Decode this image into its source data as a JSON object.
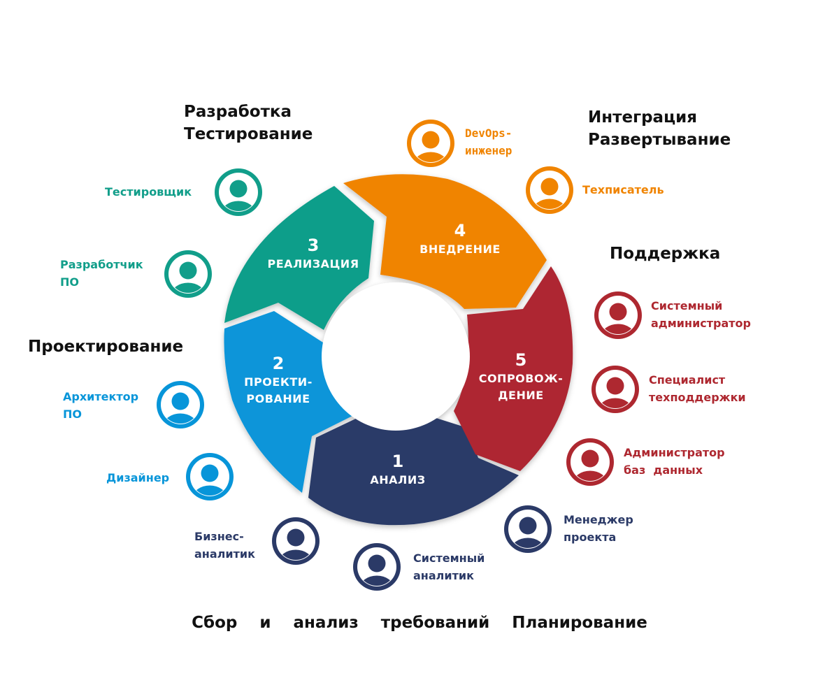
{
  "colors": {
    "analysis": "#2B3A67",
    "design": "#0795D9",
    "implementation": "#119E8A",
    "deployment": "#F08400",
    "support": "#AE2830"
  },
  "phase_titles": {
    "dev_test_line1": "Разработка",
    "dev_test_line2": "Тестирование",
    "integration_line1": "Интеграция",
    "integration_line2": "Развертывание",
    "support": "Поддержка",
    "design": "Проектирование"
  },
  "segments": {
    "analysis": {
      "number": "1",
      "name_line1": "АНАЛИЗ"
    },
    "design": {
      "number": "2",
      "name_line1": "ПРОЕКТИ-",
      "name_line2": "РОВАНИЕ"
    },
    "implementation": {
      "number": "3",
      "name_line1": "РЕАЛИЗАЦИЯ"
    },
    "deployment": {
      "number": "4",
      "name_line1": "ВНЕДРЕНИЕ"
    },
    "support": {
      "number": "5",
      "name_line1": "СОПРОВОЖ-",
      "name_line2": "ДЕНИЕ"
    }
  },
  "roles": {
    "devops_line1": "DevOps-",
    "devops_line2": "инженер",
    "tech_writer": "Техписатель",
    "tester": "Тестировщик",
    "developer_line1": "Разработчик",
    "developer_line2": "ПО",
    "sysadmin_line1": "Системный",
    "sysadmin_line2": "администратор",
    "support_spec_line1": "Специалист",
    "support_spec_line2": "техподдержки",
    "dba_line1": "Администратор",
    "dba_line2": "баз  данных",
    "architect_line1": "Архитектор",
    "architect_line2": "ПО",
    "designer": "Дизайнер",
    "pm_line1": "Менеджер",
    "pm_line2": "проекта",
    "ba_line1": "Бизнес-",
    "ba_line2": "аналитик",
    "sysanalyst_line1": "Системный",
    "sysanalyst_line2": "аналитик"
  },
  "footer": "Сбор  и  анализ  требований  Планирование"
}
